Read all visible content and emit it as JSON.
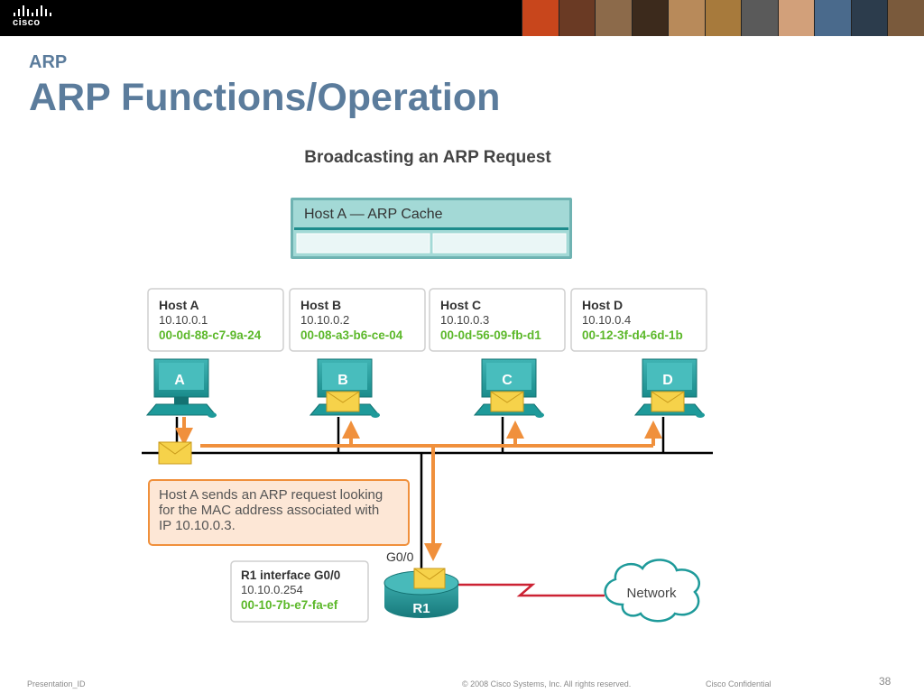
{
  "header": {
    "brand": "cisco",
    "photo_strip": [
      "#c8461c",
      "#6a3a24",
      "#8c6a4a",
      "#3c2a1c",
      "#b88a5a",
      "#a77a3c",
      "#5a5a5a",
      "#d2a07a",
      "#4a6a8c",
      "#2c3c4c",
      "#7a5a3c"
    ]
  },
  "slide": {
    "section": "ARP",
    "title": "ARP Functions/Operation"
  },
  "diagram": {
    "heading": "Broadcasting an ARP Request",
    "arp_cache": {
      "title": "Host A — ARP Cache",
      "entries": [
        "",
        ""
      ]
    },
    "hosts": [
      {
        "name": "Host A",
        "ip": "10.10.0.1",
        "mac": "00-0d-88-c7-9a-24",
        "letter": "A"
      },
      {
        "name": "Host B",
        "ip": "10.10.0.2",
        "mac": "00-08-a3-b6-ce-04",
        "letter": "B"
      },
      {
        "name": "Host C",
        "ip": "10.10.0.3",
        "mac": "00-0d-56-09-fb-d1",
        "letter": "C"
      },
      {
        "name": "Host D",
        "ip": "10.10.0.4",
        "mac": "00-12-3f-d4-6d-1b",
        "letter": "D"
      }
    ],
    "message": [
      "Host A sends an ARP request looking",
      "for the MAC address associated with",
      "IP 10.10.0.3."
    ],
    "router": {
      "port_label": "G0/0",
      "name": "R1",
      "info_title": "R1 interface G0/0",
      "ip": "10.10.0.254",
      "mac": "00-10-7b-e7-fa-ef"
    },
    "network_label": "Network",
    "colors": {
      "teal": "#1e9a9a",
      "orange": "#f0903c",
      "mac_green": "#5cb82a",
      "wan_red": "#cc2233",
      "envelope": "#f6d24a",
      "cache_bg": "#a3d9d6"
    }
  },
  "footer": {
    "presentation_id": "Presentation_ID",
    "copyright": "© 2008 Cisco Systems, Inc. All rights reserved.",
    "confidential": "Cisco Confidential",
    "page": "38"
  }
}
